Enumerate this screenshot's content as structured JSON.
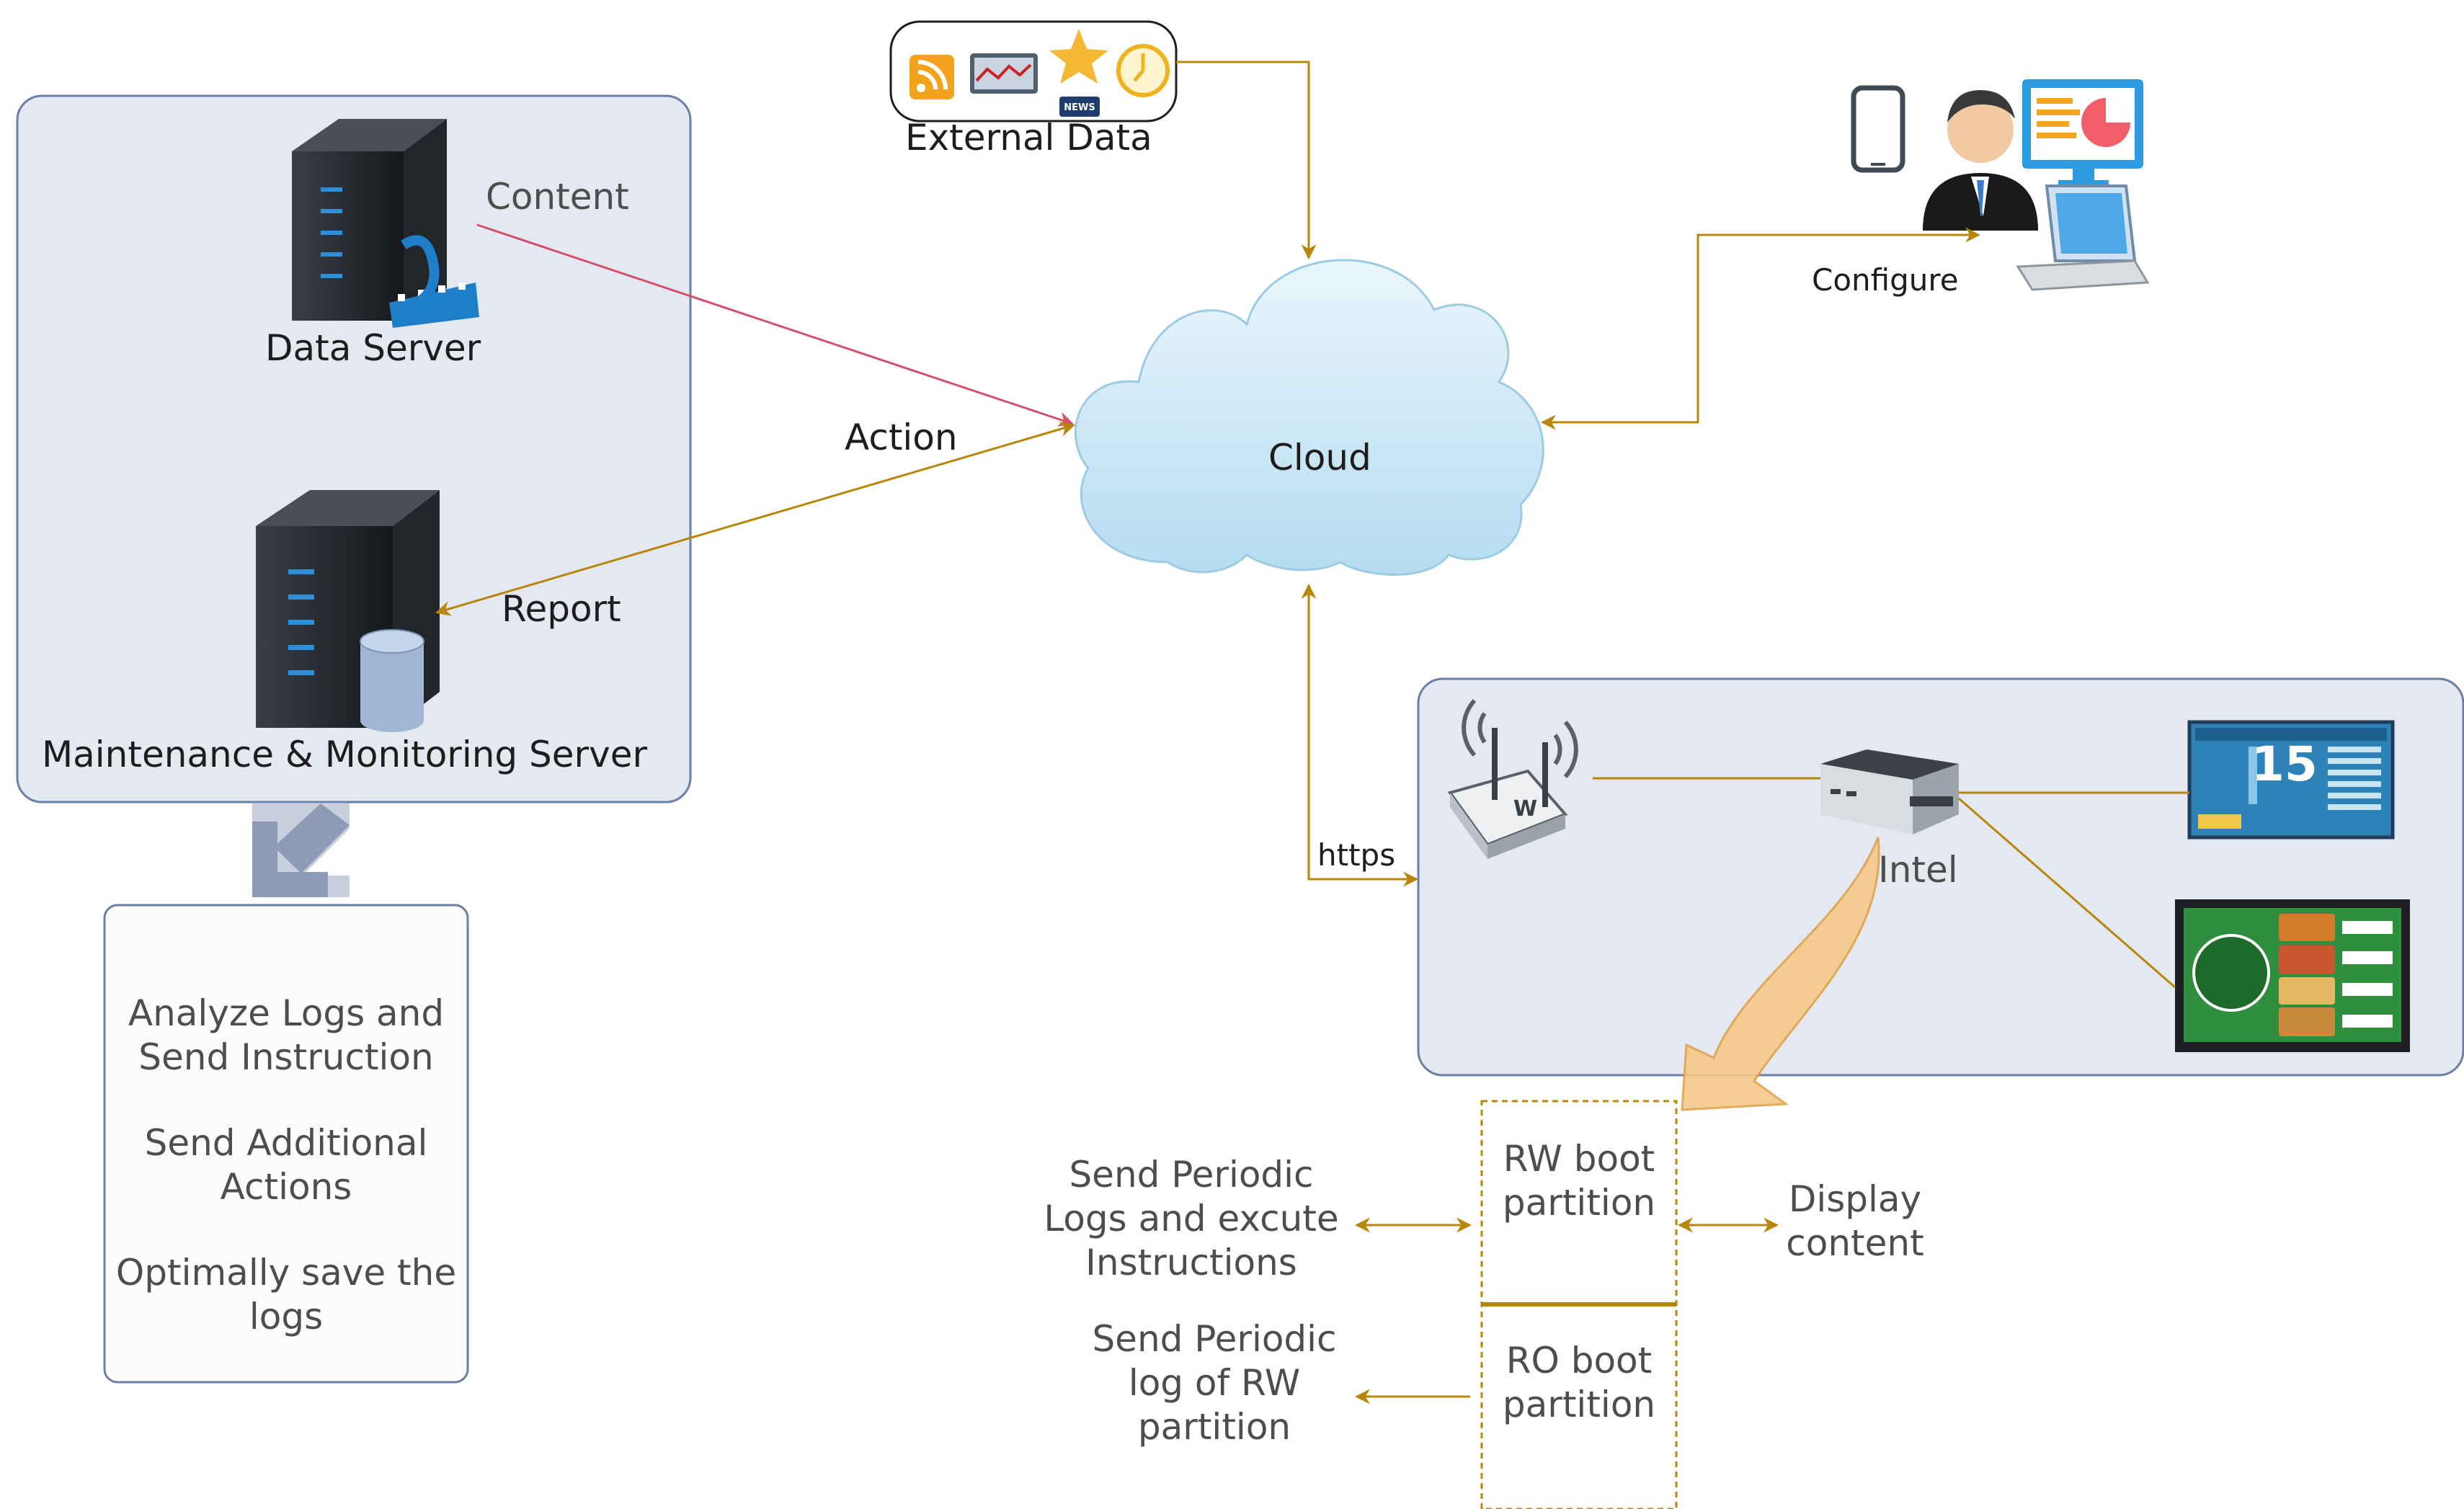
{
  "colors": {
    "panel_fill": "#e4e8f0",
    "panel_stroke": "#6b7fa6",
    "arrow_gold": "#b8860b",
    "arrow_red": "#d4506a",
    "cloud_fill": "#c7e6f5",
    "highlight_arrow": "#f6c88a"
  },
  "icons": [
    "rss-icon",
    "chart-monitor-icon",
    "star-news-icon",
    "clock-icon",
    "server-video-icon",
    "server-database-icon",
    "mobile-phone-icon",
    "user-icon",
    "dashboard-monitor-icon",
    "laptop-icon",
    "wifi-router-icon",
    "mini-pc-icon",
    "digital-signage-icon",
    "menu-board-icon",
    "cloud-icon"
  ],
  "labels": {
    "external_data": "External Data",
    "content": "Content",
    "data_server": "Data Server",
    "action": "Action",
    "report": "Report",
    "maintenance_server": "Maintenance & Monitoring Server",
    "cloud": "Cloud",
    "configure": "Configure",
    "https": "https",
    "intel": "Intel",
    "rw_boot": "RW boot partition",
    "ro_boot": "RO boot partition",
    "send_periodic_logs": "Send Periodic Logs and excute Instructions",
    "send_periodic_rw": "Send Periodic log of RW partition",
    "display_content": "Display content",
    "signage_number": "15"
  },
  "notes": {
    "line1": "Analyze Logs and Send Instruction",
    "line2": "Send Additional Actions",
    "line3": "Optimally save the logs"
  }
}
